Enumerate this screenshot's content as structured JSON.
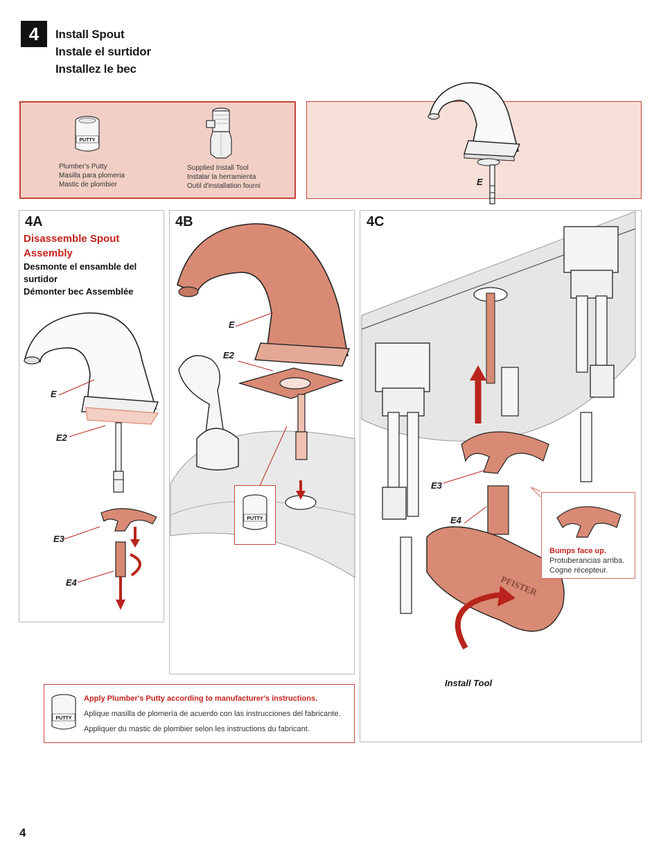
{
  "step": {
    "number": "4",
    "title_en": "Install Spout",
    "title_es": "Instale el surtidor",
    "title_fr": "Installez le bec"
  },
  "tools": {
    "putty_label": "PUTTY",
    "putty_caption": [
      "Plumber's Putty",
      "Masilla para plomeria",
      "Mastic de plombier"
    ],
    "tool_caption": [
      "Supplied Install  Tool",
      "Instalar la herramienta",
      "Outil d'installation fourni"
    ]
  },
  "spout_callout": "E",
  "panel_4a": {
    "label": "4A",
    "title_red_1": "Disassemble Spout",
    "title_red_2": "Assembly",
    "title_es_1": "Desmonte el ensamble del",
    "title_es_2": "surtidor",
    "title_fr": "Démonter bec Assemblée",
    "callouts": [
      "E",
      "E2",
      "E3",
      "E4"
    ]
  },
  "panel_4b": {
    "label": "4B",
    "callouts": [
      "E",
      "E2"
    ],
    "putty_label": "PUTTY"
  },
  "panel_4c": {
    "label": "4C",
    "callouts": [
      "E3",
      "E4"
    ],
    "install_tool_label": "Install  Tool",
    "tool_brand": "PFISTER",
    "bumps": {
      "en": "Bumps face up.",
      "es": "Protuberancias arriba.",
      "fr": "Cogne récepteur."
    }
  },
  "note": {
    "putty_label": "PUTTY",
    "en": "Apply Plumber's Putty according to manufacturer's instructions.",
    "es": "Aplique masilla de plomería de acuerdo con las instrucciones del fabricante.",
    "fr": "Appliquer du mastic de plombier selon les instructions du fabricant."
  },
  "page_number": "4",
  "colors": {
    "accent_red": "#c4221c",
    "copper": "#d88a74",
    "tool_box_bg": "#f2cfc6",
    "spout_box_bg": "#f7e0d8"
  }
}
